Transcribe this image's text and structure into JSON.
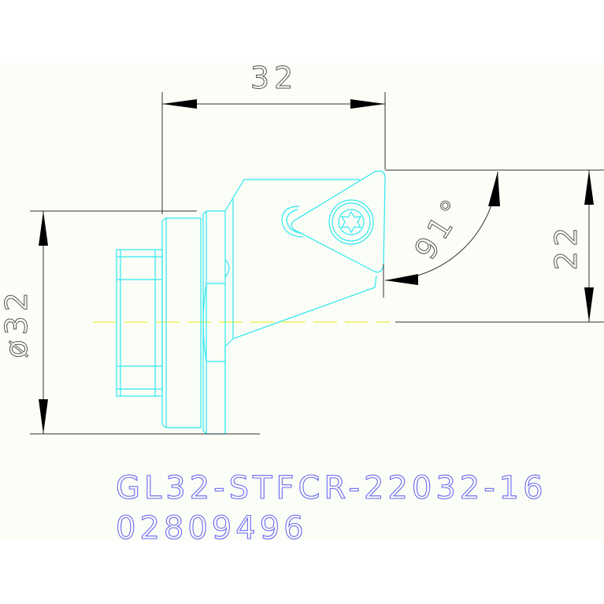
{
  "drawing": {
    "dimensions": {
      "length": "32",
      "diameter": "ø32",
      "height": "22",
      "angle": "91°"
    },
    "part_number": "GL32-STFCR-22032-16",
    "order_code": "02809496",
    "colors": {
      "outline": "#2ee8f0",
      "dimension": "#333333",
      "centerline": "#f0f040",
      "text": "#6a6af2",
      "background": "#fbfdf7"
    }
  }
}
